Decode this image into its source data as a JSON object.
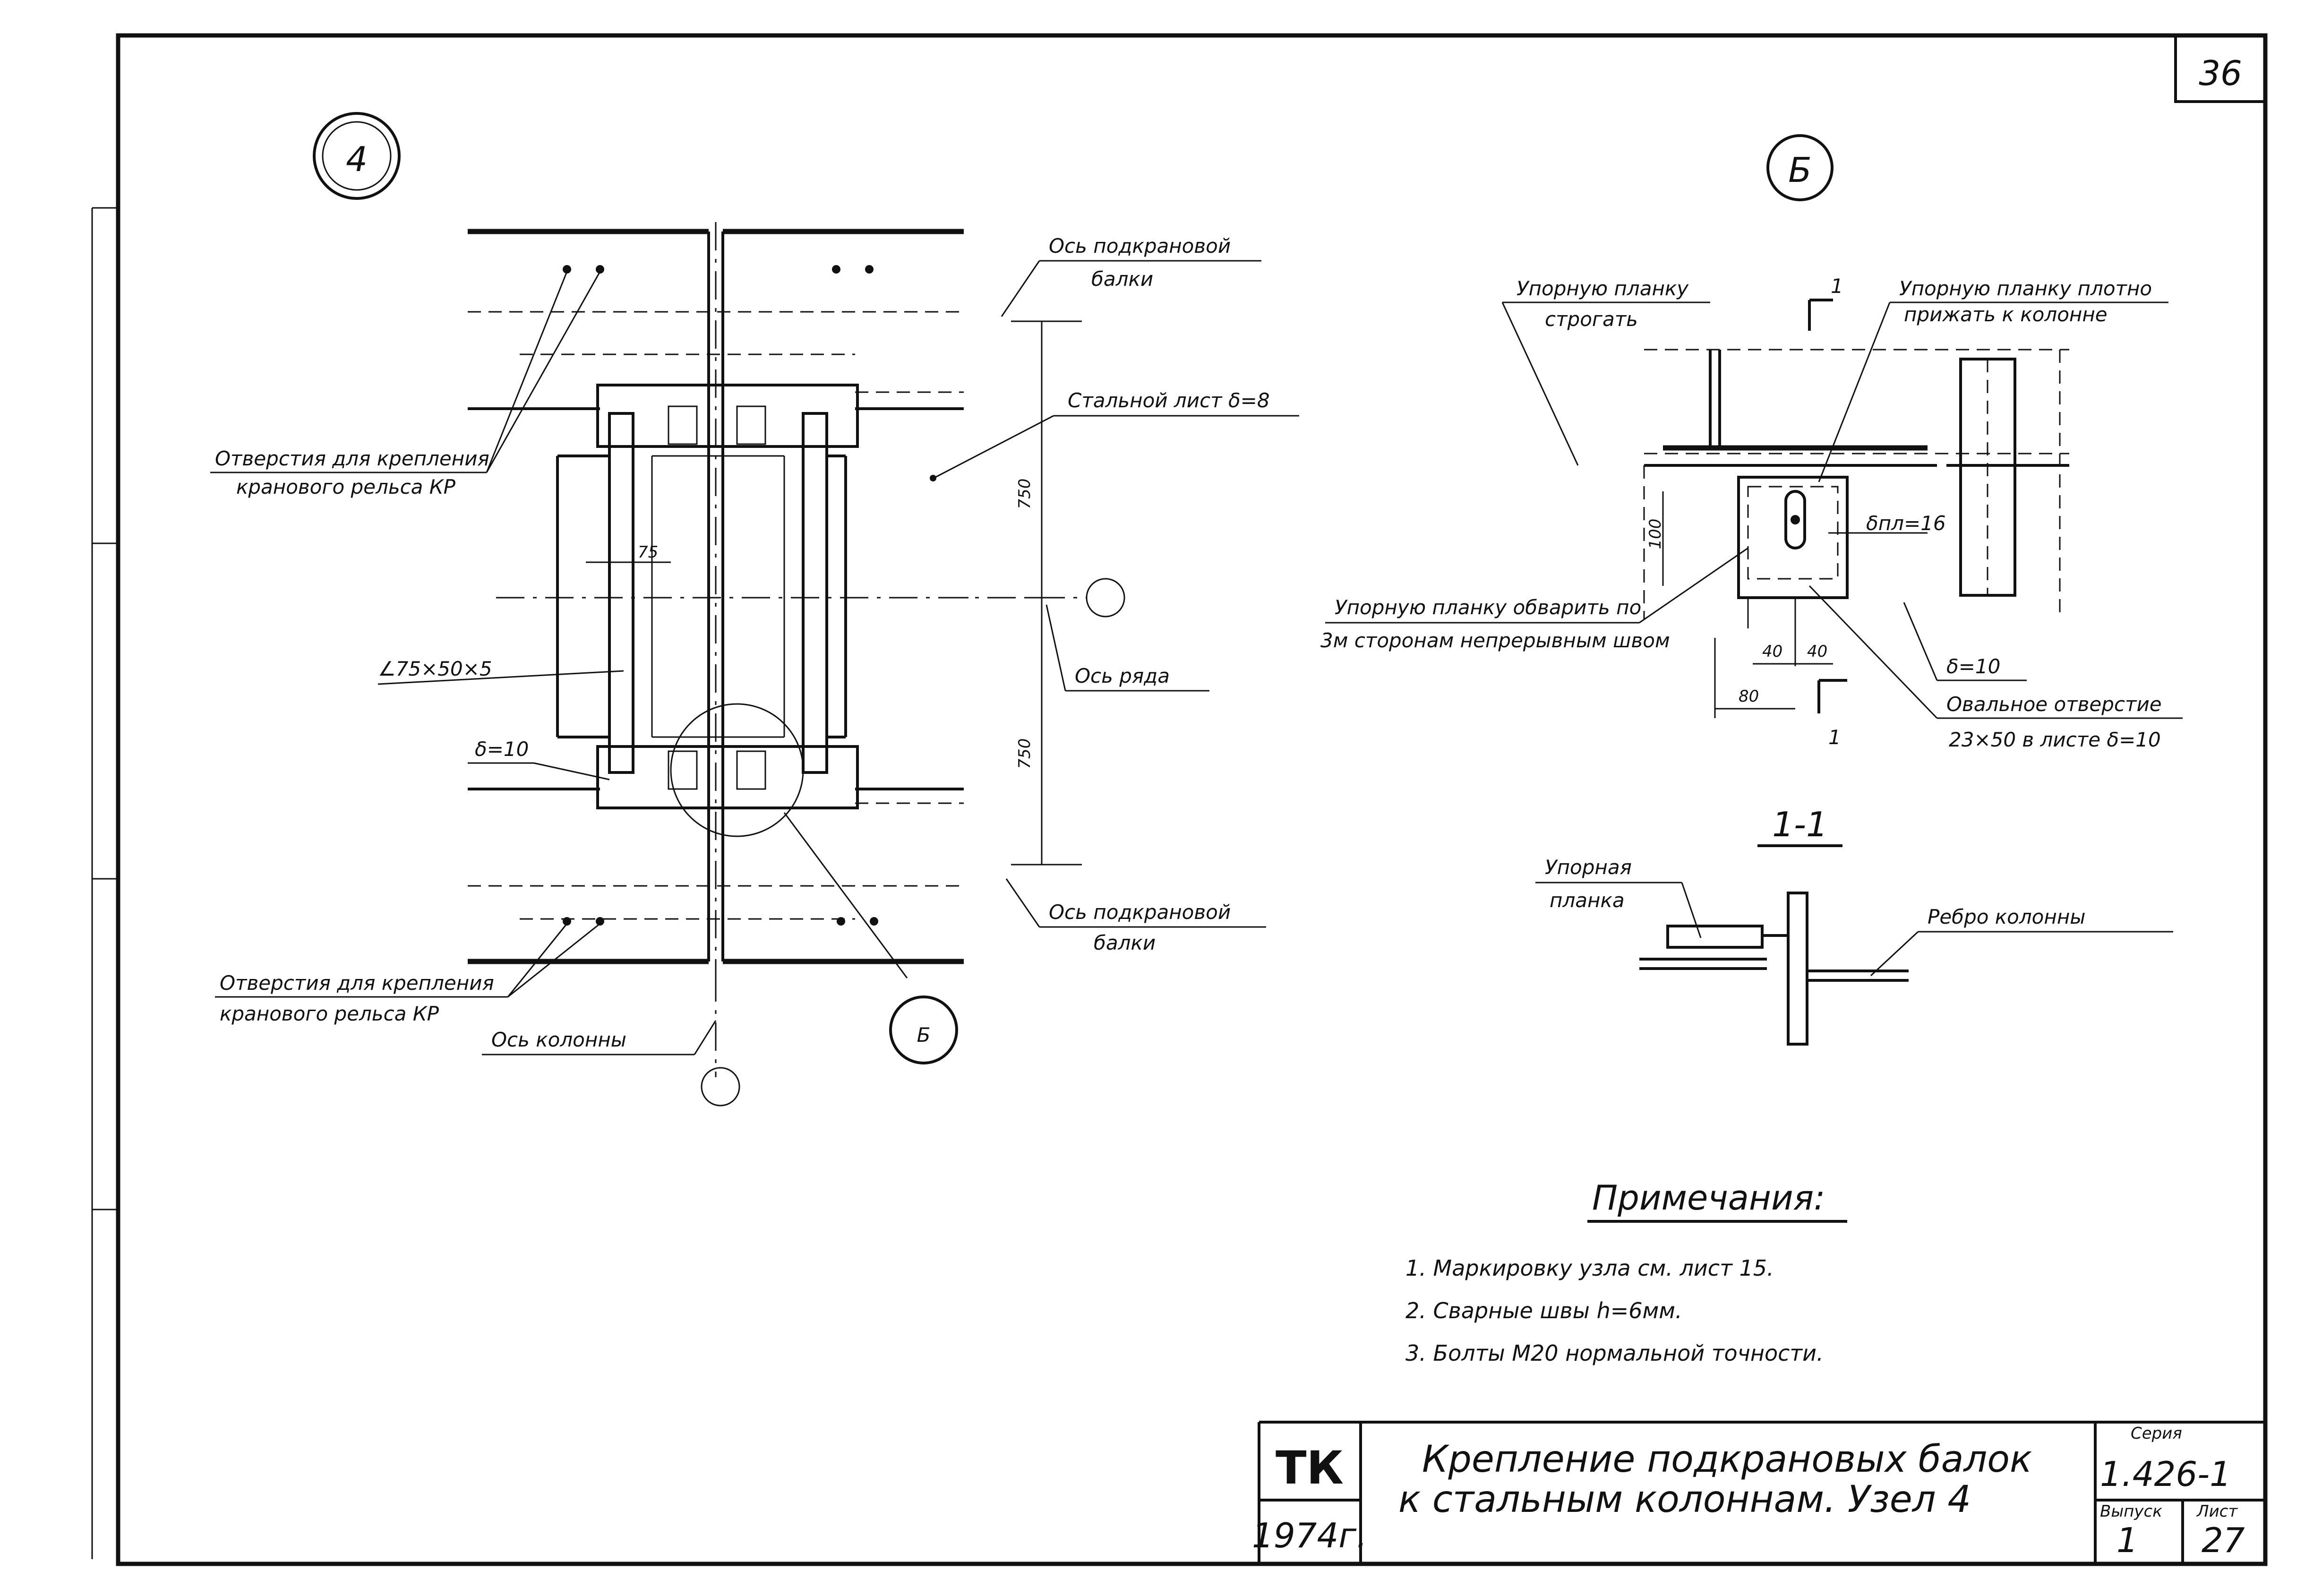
{
  "sheet_number": "36",
  "node_markers": {
    "main": "4",
    "detail": "Б"
  },
  "view4": {
    "crane_beam_axis_top_1": "Ось подкрановой",
    "crane_beam_axis_top_2": "балки",
    "steel_sheet": "Стальной лист δ=8",
    "holes_top_1": "Отверстия для крепления",
    "holes_top_2": "кранового рельса КР",
    "dim_75": "75",
    "dim_750_top": "750",
    "dim_750_bottom": "750",
    "angle": "∠75×50×5",
    "row_axis": "Ось ряда",
    "delta_10": "δ=10",
    "crane_beam_axis_bottom_1": "Ось подкрановой",
    "crane_beam_axis_bottom_2": "балки",
    "holes_bottom_1": "Отверстия для крепления",
    "holes_bottom_2": "кранового рельса КР",
    "column_axis": "Ось колонны",
    "callout_b": "Б"
  },
  "viewB": {
    "stop_plate_plane_1": "Упорную планку",
    "stop_plate_plane_2": "строгать",
    "section_mark": "1",
    "stop_plate_press_1": "Упорную планку плотно",
    "stop_plate_press_2": "прижать к колонне",
    "dim_100": "100",
    "delta_pl": "δпл=16",
    "weld_note_1": "Упорную планку обварить по",
    "weld_note_2": "3м сторонам непрерывным швом",
    "dim_40a": "40",
    "dim_40b": "40",
    "dim_80": "80",
    "delta_10": "δ=10",
    "oval_hole_1": "Овальное отверстие",
    "oval_hole_2": "23×50 в листе δ=10",
    "section_mark_bottom": "1"
  },
  "section11": {
    "title": "1-1",
    "stop_plate_1": "Упорная",
    "stop_plate_2": "планка",
    "column_rib": "Ребро колонны"
  },
  "notes": {
    "title": "Примечания:",
    "items": [
      "1. Маркировку узла см. лист 15.",
      "2. Сварные швы h=6мм.",
      "3. Болты М20 нормальной точности."
    ]
  },
  "title_block": {
    "org": "ТК",
    "year": "1974г.",
    "title_line1": "Крепление подкрановых балок",
    "title_line2": "к стальным колоннам. Узел 4",
    "series_label": "Серия",
    "series": "1.426-1",
    "issue_label": "Выпуск",
    "issue": "1",
    "sheet_label": "Лист",
    "sheet": "27"
  }
}
